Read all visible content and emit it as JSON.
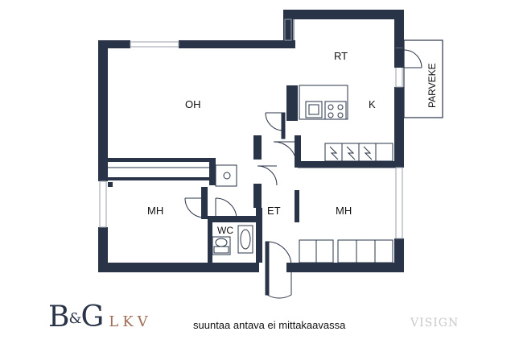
{
  "rooms": {
    "oh": "OH",
    "rt": "RT",
    "k": "K",
    "mh_left": "MH",
    "mh_right": "MH",
    "et": "ET",
    "wc": "WC",
    "parveke": "PARVEKE"
  },
  "footer": {
    "note": "suuntaa antava ei mittakaavassa"
  },
  "logo": {
    "mark_b": "B",
    "mark_amp": "&",
    "mark_g": "G",
    "text": "LKV"
  },
  "watermark": "VISIGN",
  "colors": {
    "wall": "#2a3448",
    "window": "#9aa2ad",
    "logo_accent": "#a06d58"
  }
}
